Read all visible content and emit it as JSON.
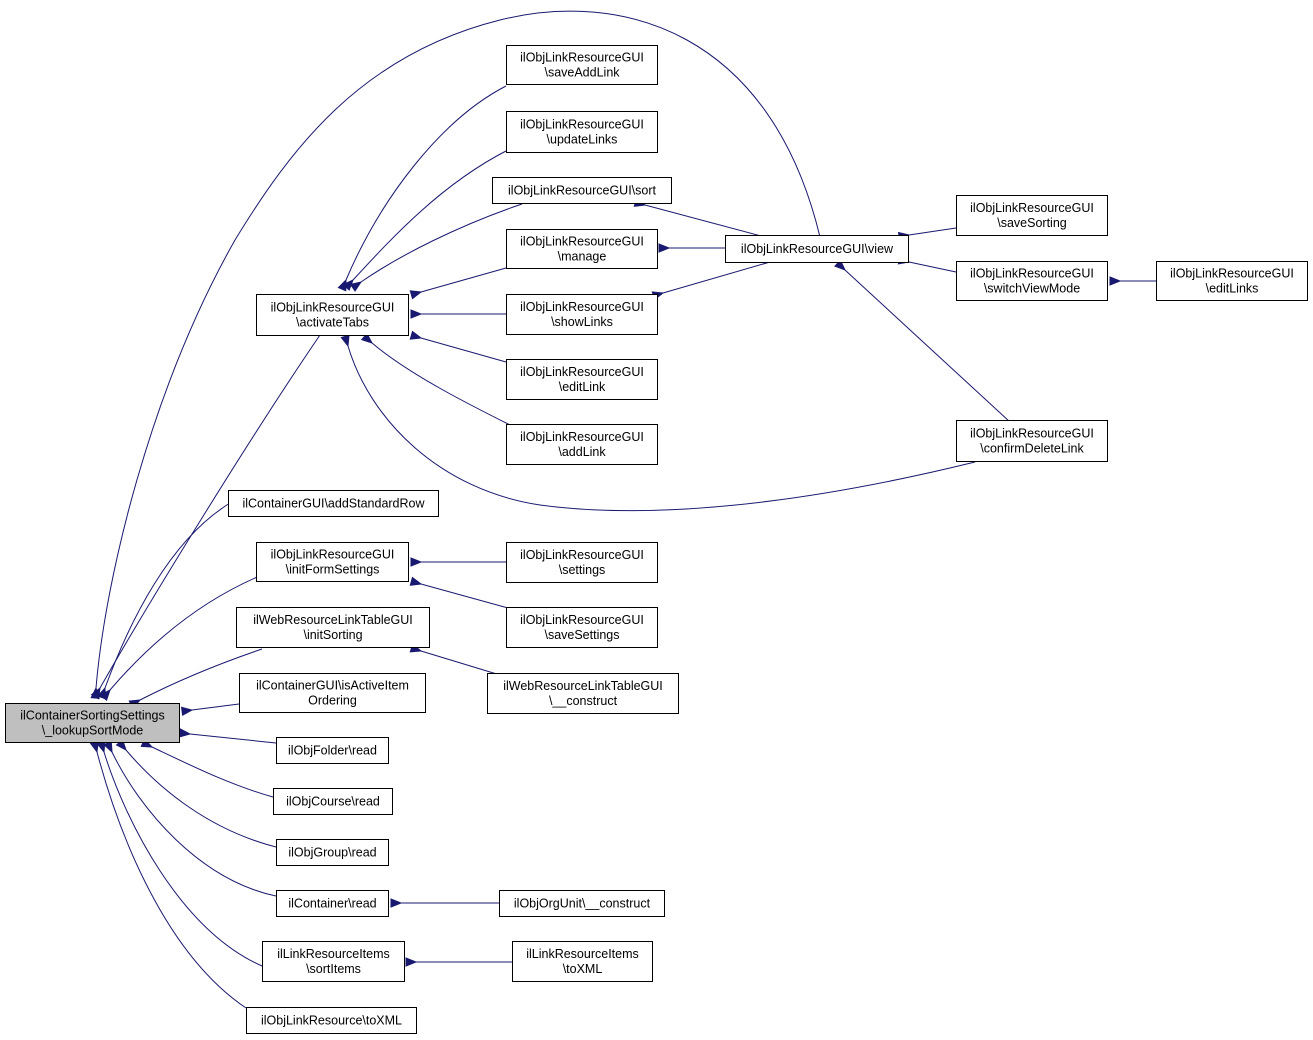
{
  "colors": {
    "edge": "#191970",
    "root_fill": "#bfbfbf",
    "node_fill": "#ffffff",
    "border": "#000000"
  },
  "nodes": {
    "root": {
      "lines": [
        "ilContainerSortingSettings",
        "\\_lookupSortMode"
      ]
    },
    "activateTabs": {
      "lines": [
        "ilObjLinkResourceGUI",
        "\\activateTabs"
      ]
    },
    "saveAddLink": {
      "lines": [
        "ilObjLinkResourceGUI",
        "\\saveAddLink"
      ]
    },
    "updateLinks": {
      "lines": [
        "ilObjLinkResourceGUI",
        "\\updateLinks"
      ]
    },
    "sort": {
      "lines": [
        "ilObjLinkResourceGUI\\sort"
      ]
    },
    "manage": {
      "lines": [
        "ilObjLinkResourceGUI",
        "\\manage"
      ]
    },
    "showLinks": {
      "lines": [
        "ilObjLinkResourceGUI",
        "\\showLinks"
      ]
    },
    "editLink": {
      "lines": [
        "ilObjLinkResourceGUI",
        "\\editLink"
      ]
    },
    "addLink": {
      "lines": [
        "ilObjLinkResourceGUI",
        "\\addLink"
      ]
    },
    "view": {
      "lines": [
        "ilObjLinkResourceGUI\\view"
      ]
    },
    "saveSorting": {
      "lines": [
        "ilObjLinkResourceGUI",
        "\\saveSorting"
      ]
    },
    "switchViewMode": {
      "lines": [
        "ilObjLinkResourceGUI",
        "\\switchViewMode"
      ]
    },
    "editLinks": {
      "lines": [
        "ilObjLinkResourceGUI",
        "\\editLinks"
      ]
    },
    "confirmDeleteLink": {
      "lines": [
        "ilObjLinkResourceGUI",
        "\\confirmDeleteLink"
      ]
    },
    "addStandardRow": {
      "lines": [
        "ilContainerGUI\\addStandardRow"
      ]
    },
    "initFormSettings": {
      "lines": [
        "ilObjLinkResourceGUI",
        "\\initFormSettings"
      ]
    },
    "settings": {
      "lines": [
        "ilObjLinkResourceGUI",
        "\\settings"
      ]
    },
    "saveSettings": {
      "lines": [
        "ilObjLinkResourceGUI",
        "\\saveSettings"
      ]
    },
    "initSorting": {
      "lines": [
        "ilWebResourceLinkTableGUI",
        "\\initSorting"
      ]
    },
    "wrConstruct": {
      "lines": [
        "ilWebResourceLinkTableGUI",
        "\\__construct"
      ]
    },
    "isActiveItem": {
      "lines": [
        "ilContainerGUI\\isActiveItem",
        "Ordering"
      ]
    },
    "folderRead": {
      "lines": [
        "ilObjFolder\\read"
      ]
    },
    "courseRead": {
      "lines": [
        "ilObjCourse\\read"
      ]
    },
    "groupRead": {
      "lines": [
        "ilObjGroup\\read"
      ]
    },
    "containerRead": {
      "lines": [
        "ilContainer\\read"
      ]
    },
    "orgUnitConstruct": {
      "lines": [
        "ilObjOrgUnit\\__construct"
      ]
    },
    "sortItems": {
      "lines": [
        "ilLinkResourceItems",
        "\\sortItems"
      ]
    },
    "itemsToXML": {
      "lines": [
        "ilLinkResourceItems",
        "\\toXML"
      ]
    },
    "resourceToXML": {
      "lines": [
        "ilObjLinkResource\\toXML"
      ]
    }
  }
}
